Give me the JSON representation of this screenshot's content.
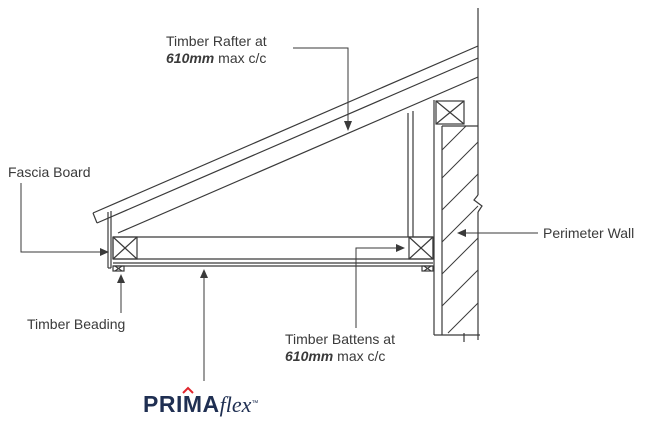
{
  "labels": {
    "rafter_line1": "Timber Rafter at",
    "rafter_spacing": "610mm",
    "rafter_suffix": " max c/c",
    "fascia": "Fascia Board",
    "beading": "Timber Beading",
    "wall": "Perimeter Wall",
    "battens_line1": "Timber Battens at",
    "battens_spacing": "610mm",
    "battens_suffix": " max c/c"
  },
  "brand": {
    "name": "PRIMA",
    "suffix": "flex",
    "tm": "™"
  },
  "colors": {
    "line": "#3a3a3a",
    "brand": "#1f2f52",
    "brand_accent": "#e0252c"
  }
}
